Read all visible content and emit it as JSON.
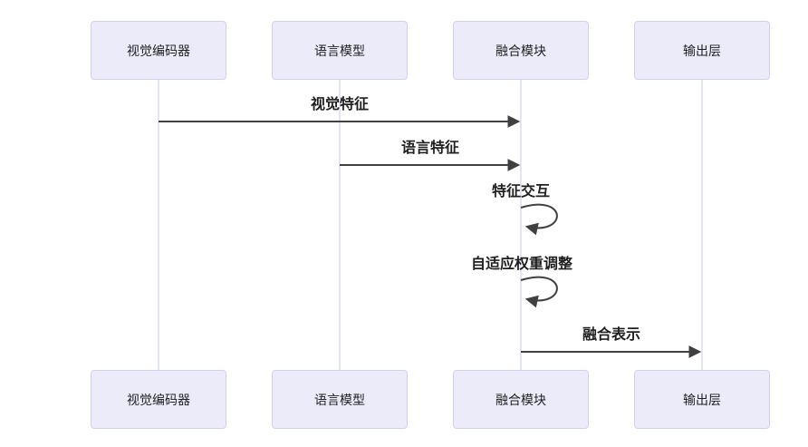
{
  "diagram": {
    "type": "sequence-diagram",
    "background_color": "#ffffff",
    "colors": {
      "actor_fill": "#ECEBF9",
      "actor_border": "#D2CFEC",
      "lifeline": "#CCC9E6",
      "arrow": "#404040",
      "label_text": "#1f1f1f"
    },
    "actors": [
      {
        "label": "视觉编码器"
      },
      {
        "label": "语言模型"
      },
      {
        "label": "融合模块"
      },
      {
        "label": "输出层"
      }
    ],
    "messages": [
      {
        "label": "视觉特征",
        "from": "视觉编码器",
        "to": "融合模块",
        "style": "solid-arrow"
      },
      {
        "label": "语言特征",
        "from": "语言模型",
        "to": "融合模块",
        "style": "solid-arrow"
      },
      {
        "label": "特征交互",
        "from": "融合模块",
        "to": "融合模块",
        "style": "self-loop"
      },
      {
        "label": "自适应权重调整",
        "from": "融合模块",
        "to": "融合模块",
        "style": "self-loop"
      },
      {
        "label": "融合表示",
        "from": "融合模块",
        "to": "输出层",
        "style": "solid-arrow"
      }
    ]
  }
}
